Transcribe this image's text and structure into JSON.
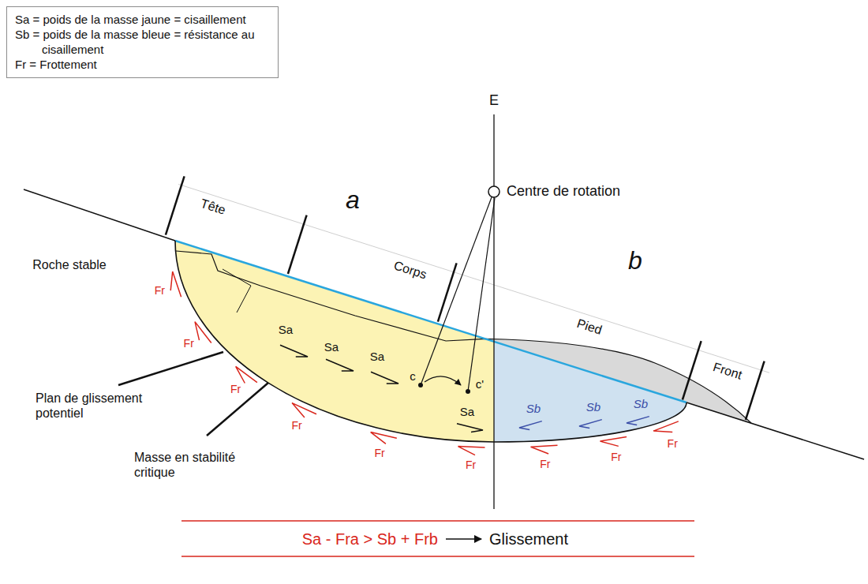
{
  "diagram": {
    "nodes": [
      {
        "text": [
          "Sa = poids de la masse jaune = cisaillement",
          "Sb = poids de la masse bleue = résistance au cisaillement",
          "Fr = Frottement"
        ]
      }
    ],
    "labels": [
      "E",
      "a",
      "Centre de rotation",
      "Tête",
      "Corps",
      "b",
      "Roche stable",
      "Pied",
      "Front",
      "Plan de glissement potentiel",
      "Sa",
      "Sa",
      "Sa",
      "c",
      "c'",
      "Sa",
      "Sb",
      "Sb",
      "Sb",
      "Masse en stabilité critique",
      "Fr",
      "Fr",
      "Fr",
      "Fr",
      "Fr",
      "Fr",
      "Fr",
      "Fr",
      "Fr",
      "Sa - Fra > Sb + Frb",
      "Glissement"
    ]
  }
}
